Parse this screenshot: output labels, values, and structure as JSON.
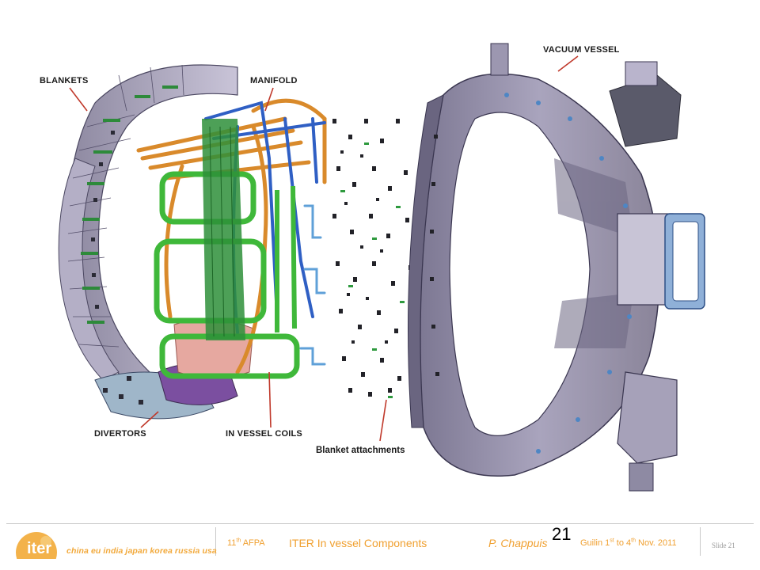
{
  "figure": {
    "labels": {
      "blankets": "BLANKETS",
      "manifold": "MANIFOLD",
      "vacuum_vessel": "VACUUM VESSEL",
      "divertors": "DIVERTORS",
      "in_vessel_coils": "IN VESSEL COILS",
      "blanket_attachments": "Blanket attachments"
    }
  },
  "page_number": "21",
  "footer": {
    "logo_word": "iter",
    "logo_members": "china eu india japan korea russia usa",
    "conference_prefix": "11",
    "conference_sup": "th",
    "conference_name": "AFPA",
    "title": "ITER In vessel Components",
    "author": "P. Chappuis",
    "place": "Guilin 1",
    "date_sup1": "st",
    "date_mid": " to 4",
    "date_sup2": "th",
    "date_end": " Nov. 2011",
    "slide_label": "Slide 21"
  },
  "colors": {
    "accent_orange": "#f0a030",
    "blanket_grey": "#a9a3bc",
    "vessel_purple": "#8e8aa3",
    "coil_green": "#3fb83a",
    "manifold_orange": "#d98a2b",
    "manifold_blue": "#2f5fc4",
    "divertor_pink": "#e6a8a0"
  }
}
